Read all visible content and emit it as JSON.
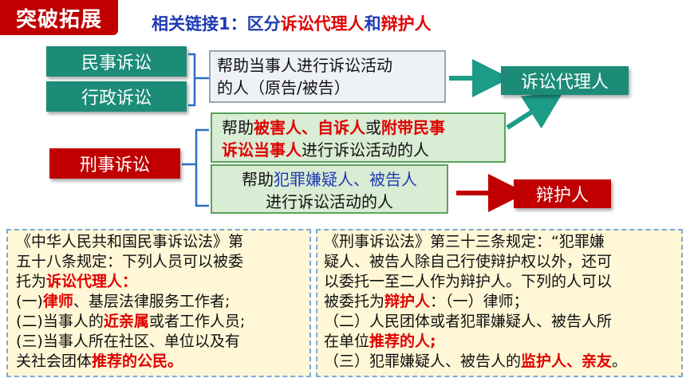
{
  "header": {
    "tag": "突破拓展",
    "title_prefix": "相关链接1：区分",
    "title_term1": "诉讼代理人",
    "title_and": "和",
    "title_term2": "辩护人"
  },
  "diagram": {
    "civil": "民事诉讼",
    "administrative": "行政诉讼",
    "criminal": "刑事诉讼",
    "desc1": [
      "帮助当事人进行诉讼活动",
      "的人（原告/被告）"
    ],
    "desc2": {
      "p1": "帮助",
      "r1": "被害人、自诉人",
      "p2": "或",
      "r2": "附带民事",
      "r3": "诉讼当事人",
      "p3": "进行诉讼活动的人"
    },
    "desc3": {
      "p1": "帮助",
      "b1": "犯罪嫌疑人、被告人",
      "line2": "进行诉讼活动的人"
    },
    "agent": "诉讼代理人",
    "defender": "辩护人"
  },
  "panel_left": {
    "l1": "《中华人民共和国民事诉讼法》第",
    "l2": "五十八条规定：下列人员可以被委",
    "l3a": "托为",
    "l3r": "诉讼代理人：",
    "l4a": "(一)",
    "l4r": "律师",
    "l4b": "、基层法律服务工作者;",
    "l5a": "(二)当事人的",
    "l5r": "近亲属",
    "l5b": "或者工作人员;",
    "l6": "(三)当事人所在社区、单位以及有",
    "l7a": "关社会团体",
    "l7r": "推荐的公民。"
  },
  "panel_right": {
    "l1": "《刑事诉讼法》第三十三条规定：“犯罪嫌",
    "l2": "疑人、被告人除自己行使辩护权以外，还可",
    "l3": "以委托一至二人作为辩护人。下列的人可以",
    "l4a": "被委托为",
    "l4r": "辩护人",
    "l4b": "：（一）律师；",
    "l5": "（二）人民团体或者犯罪嫌疑人、被告人所",
    "l6a": "在单位",
    "l6r": "推荐的人;",
    "l7a": "（三）犯罪嫌疑人、被告人的",
    "l7r": "监护人、亲友",
    "l7b": "。"
  },
  "colors": {
    "red": "#c00000",
    "green": "#1c8c78",
    "blue": "#1f3bb3",
    "bright_red": "#e00000"
  }
}
